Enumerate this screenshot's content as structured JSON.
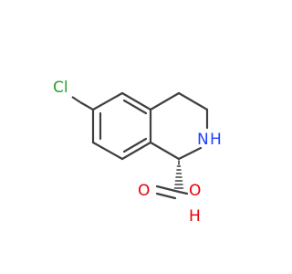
{
  "molecule": {
    "atoms": [
      {
        "id": "Cl",
        "label": "Cl",
        "color": "#2ca02c"
      },
      {
        "id": "N",
        "label": "N",
        "color": "#1f3fff",
        "h_label": "H"
      },
      {
        "id": "O1",
        "label": "O",
        "color": "#e8000b"
      },
      {
        "id": "O2",
        "label": "O",
        "color": "#e8000b",
        "h_label": "H"
      }
    ],
    "bond_color": "#404040",
    "carbon_chlorine_bond_color": "#2ca02c"
  }
}
